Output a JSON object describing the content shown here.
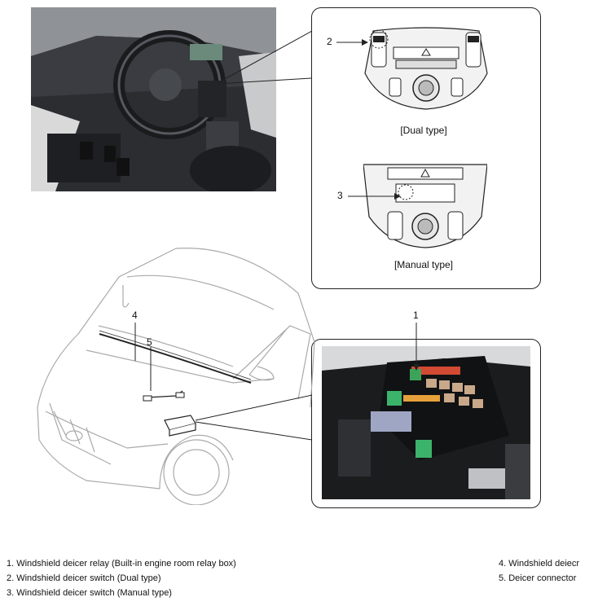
{
  "callouts": {
    "n1": "1",
    "n2": "2",
    "n3": "3",
    "n4": "4",
    "n5": "5"
  },
  "captions": {
    "dual": "[Dual type]",
    "manual": "[Manual type]"
  },
  "legend": {
    "left": [
      "1. Windshield deicer relay (Built-in engine room relay box)",
      "2. Windshield deicer switch (Dual type)",
      "3. Windshield deicer switch (Manual type)"
    ],
    "right": [
      "4. Windshield deiecr",
      "5. Deicer connector"
    ]
  }
}
